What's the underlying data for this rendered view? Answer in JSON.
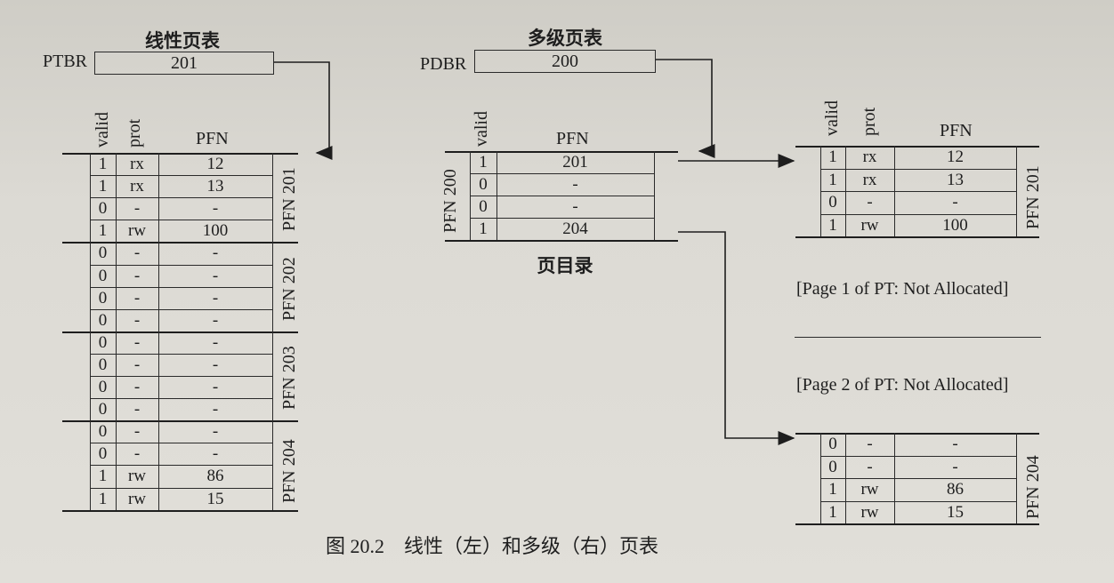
{
  "linear": {
    "title": "线性页表",
    "reg_label": "PTBR",
    "reg_value": "201",
    "headers": {
      "valid": "valid",
      "prot": "prot",
      "pfn": "PFN"
    },
    "groups": [
      {
        "label": "PFN 201",
        "rows": [
          {
            "valid": "1",
            "prot": "rx",
            "pfn": "12"
          },
          {
            "valid": "1",
            "prot": "rx",
            "pfn": "13"
          },
          {
            "valid": "0",
            "prot": "-",
            "pfn": "-"
          },
          {
            "valid": "1",
            "prot": "rw",
            "pfn": "100"
          }
        ]
      },
      {
        "label": "PFN 202",
        "rows": [
          {
            "valid": "0",
            "prot": "-",
            "pfn": "-"
          },
          {
            "valid": "0",
            "prot": "-",
            "pfn": "-"
          },
          {
            "valid": "0",
            "prot": "-",
            "pfn": "-"
          },
          {
            "valid": "0",
            "prot": "-",
            "pfn": "-"
          }
        ]
      },
      {
        "label": "PFN 203",
        "rows": [
          {
            "valid": "0",
            "prot": "-",
            "pfn": "-"
          },
          {
            "valid": "0",
            "prot": "-",
            "pfn": "-"
          },
          {
            "valid": "0",
            "prot": "-",
            "pfn": "-"
          },
          {
            "valid": "0",
            "prot": "-",
            "pfn": "-"
          }
        ]
      },
      {
        "label": "PFN 204",
        "rows": [
          {
            "valid": "0",
            "prot": "-",
            "pfn": "-"
          },
          {
            "valid": "0",
            "prot": "-",
            "pfn": "-"
          },
          {
            "valid": "1",
            "prot": "rw",
            "pfn": "86"
          },
          {
            "valid": "1",
            "prot": "rw",
            "pfn": "15"
          }
        ]
      }
    ]
  },
  "multi": {
    "title": "多级页表",
    "reg_label": "PDBR",
    "reg_value": "200",
    "directory": {
      "label": "PFN 200",
      "caption": "页目录",
      "headers": {
        "valid": "valid",
        "pfn": "PFN"
      },
      "rows": [
        {
          "valid": "1",
          "pfn": "201"
        },
        {
          "valid": "0",
          "pfn": "-"
        },
        {
          "valid": "0",
          "pfn": "-"
        },
        {
          "valid": "1",
          "pfn": "204"
        }
      ]
    },
    "page_201": {
      "label": "PFN 201",
      "headers": {
        "valid": "valid",
        "prot": "prot",
        "pfn": "PFN"
      },
      "rows": [
        {
          "valid": "1",
          "prot": "rx",
          "pfn": "12"
        },
        {
          "valid": "1",
          "prot": "rx",
          "pfn": "13"
        },
        {
          "valid": "0",
          "prot": "-",
          "pfn": "-"
        },
        {
          "valid": "1",
          "prot": "rw",
          "pfn": "100"
        }
      ]
    },
    "not_allocated_1": "[Page 1 of PT: Not Allocated]",
    "not_allocated_2": "[Page 2 of PT: Not Allocated]",
    "page_204": {
      "label": "PFN 204",
      "rows": [
        {
          "valid": "0",
          "prot": "-",
          "pfn": "-"
        },
        {
          "valid": "0",
          "prot": "-",
          "pfn": "-"
        },
        {
          "valid": "1",
          "prot": "rw",
          "pfn": "86"
        },
        {
          "valid": "1",
          "prot": "rw",
          "pfn": "15"
        }
      ]
    }
  },
  "caption": "图 20.2　线性（左）和多级（右）页表"
}
